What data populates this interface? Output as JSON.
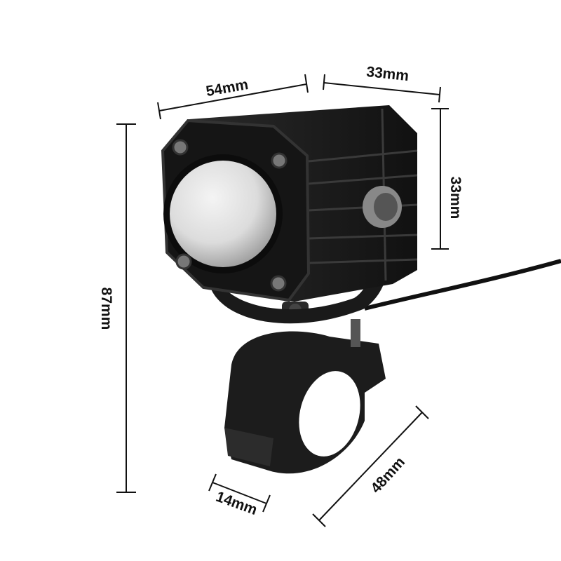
{
  "dimensions": {
    "width": "54mm",
    "depth": "33mm",
    "head_height": "33mm",
    "total_height": "87mm",
    "clamp_diameter": "48mm",
    "clamp_width": "14mm"
  },
  "colors": {
    "body": "#1a1a1a",
    "lens": "#e8e8e8",
    "line": "#111111"
  }
}
